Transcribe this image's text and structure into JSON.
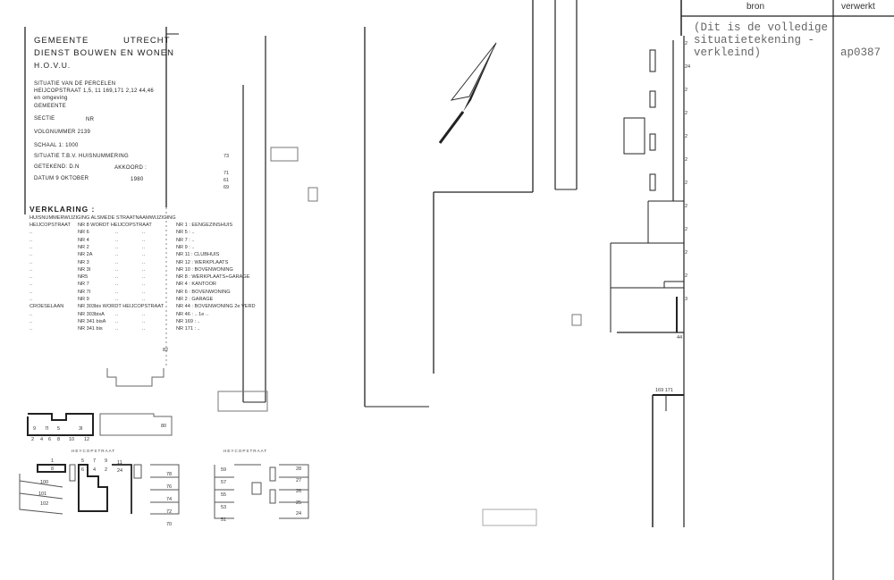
{
  "header": {
    "bron": "bron",
    "verwerkt": "verwerkt"
  },
  "bron_note": [
    "(Dit is de volledige",
    "situatietekening -",
    "verkleind)"
  ],
  "verwerkt_code": "ap0387",
  "title_block": {
    "line1_left": "GEMEENTE",
    "line1_right": "UTRECHT",
    "line2": "DIENST BOUWEN EN WONEN",
    "line3": "H.O.V.U.",
    "situatie": "SITUATIE VAN DE PERCELEN",
    "adres": "HEIJCOPSTRAAT 1,5, 11 169,171 2,12 44,46",
    "omgeving": "en omgeving",
    "gemeente": "GEMEENTE",
    "sectie": "SECTIE",
    "nr": "NR",
    "volgnummer": "VOLGNUMMER 2139",
    "schaal": "SCHAAL 1: 1000",
    "situatie_tbv": "SITUATIE T.B.V. HUISNUMMERING",
    "getekend": "GETEKEND: D.N",
    "akkoord": "AKKOORD :",
    "datum": "DATUM  9 OKTOBER",
    "jaar": "1980"
  },
  "verklaring": {
    "title": "VERKLARING :",
    "subtitle": "HUISNUMMERWIJZIGING ALSMEDE STRAATNAAMWIJZIGING",
    "rows": [
      {
        "street": "HEIJCOPSTRAAT",
        "old": "NR 8 WORDT HEIJCOPSTRAAT",
        "a": "",
        "b": "",
        "new": "NR 1 : EENGEZINSHUIS"
      },
      {
        "street": "..",
        "old": "NR 6",
        "a": "..",
        "b": "..",
        "new": "NR 5 :      .."
      },
      {
        "street": "..",
        "old": "NR 4",
        "a": "..",
        "b": "..",
        "new": "NR 7 :      .."
      },
      {
        "street": "..",
        "old": "NR 2",
        "a": "..",
        "b": "..",
        "new": "NR 9 :      .."
      },
      {
        "street": "..",
        "old": "NR 2A",
        "a": "..",
        "b": "..",
        "new": "NR 11 : CLUBHUIS"
      },
      {
        "street": "..",
        "old": "NR 3",
        "a": "..",
        "b": "..",
        "new": "NR 12 : WERKPLAATS"
      },
      {
        "street": "..",
        "old": "NR 3I",
        "a": "..",
        "b": "..",
        "new": "NR 10 : BOVENWONING"
      },
      {
        "street": "..",
        "old": "NR5",
        "a": "..",
        "b": "..",
        "new": "NR 8 : WERKPLAATS+GARAGE"
      },
      {
        "street": "..",
        "old": "NR 7",
        "a": "..",
        "b": "..",
        "new": "NR 4 : KANTOOR"
      },
      {
        "street": "..",
        "old": "NR 7I",
        "a": "..",
        "b": "..",
        "new": "NR 6 : BOVENWONING"
      },
      {
        "street": "..",
        "old": "NR 9",
        "a": "..",
        "b": "..",
        "new": "NR 2 : GARAGE"
      },
      {
        "street": "CROESELAAN",
        "old": "NR 303bis WORDT HEIJCOPSTRAAT",
        "a": "",
        "b": "",
        "new": "NR 44 : BOVENWONING 2e VERD"
      },
      {
        "street": "..",
        "old": "NR 303bisA",
        "a": "..",
        "b": "..",
        "new": "NR 46 :      ..      1e  .."
      },
      {
        "street": "..",
        "old": "NR 341 bisA",
        "a": "..",
        "b": "..",
        "new": "NR 169 :      .."
      },
      {
        "street": "..",
        "old": "NR 341 bis",
        "a": "..",
        "b": "..",
        "new": "NR 171 :      .."
      }
    ]
  },
  "map_labels": {
    "street1": "HEYCOPSTRAAT",
    "street2": "HEYCOPSTRAAT",
    "n73": "73",
    "n71": "71",
    "n61": "61",
    "n69": "69",
    "n82": "82",
    "n80": "80",
    "top_row": [
      "9",
      "7I",
      "5",
      "3I"
    ],
    "even_row": [
      "2",
      "4",
      "6",
      "8",
      "10",
      "12"
    ],
    "n1": "1",
    "n8": "8",
    "n100": "100",
    "n101": "101",
    "n102": "102",
    "n5": "5",
    "n7": "7",
    "n9": "9",
    "n11": "11",
    "n6": "6",
    "n4": "4",
    "n2": "2",
    "n24": "24",
    "east": [
      "78",
      "76",
      "74",
      "72",
      "70"
    ],
    "west2": [
      "59",
      "57",
      "55",
      "53",
      "51"
    ],
    "east2": [
      "28",
      "27",
      "26",
      "25",
      "24"
    ],
    "n169_171": "169 171",
    "n44": "44",
    "right_nums": [
      "2",
      "24",
      "2",
      "2",
      "2",
      "2",
      "2",
      "2",
      "2",
      "2",
      "2",
      "3"
    ]
  }
}
